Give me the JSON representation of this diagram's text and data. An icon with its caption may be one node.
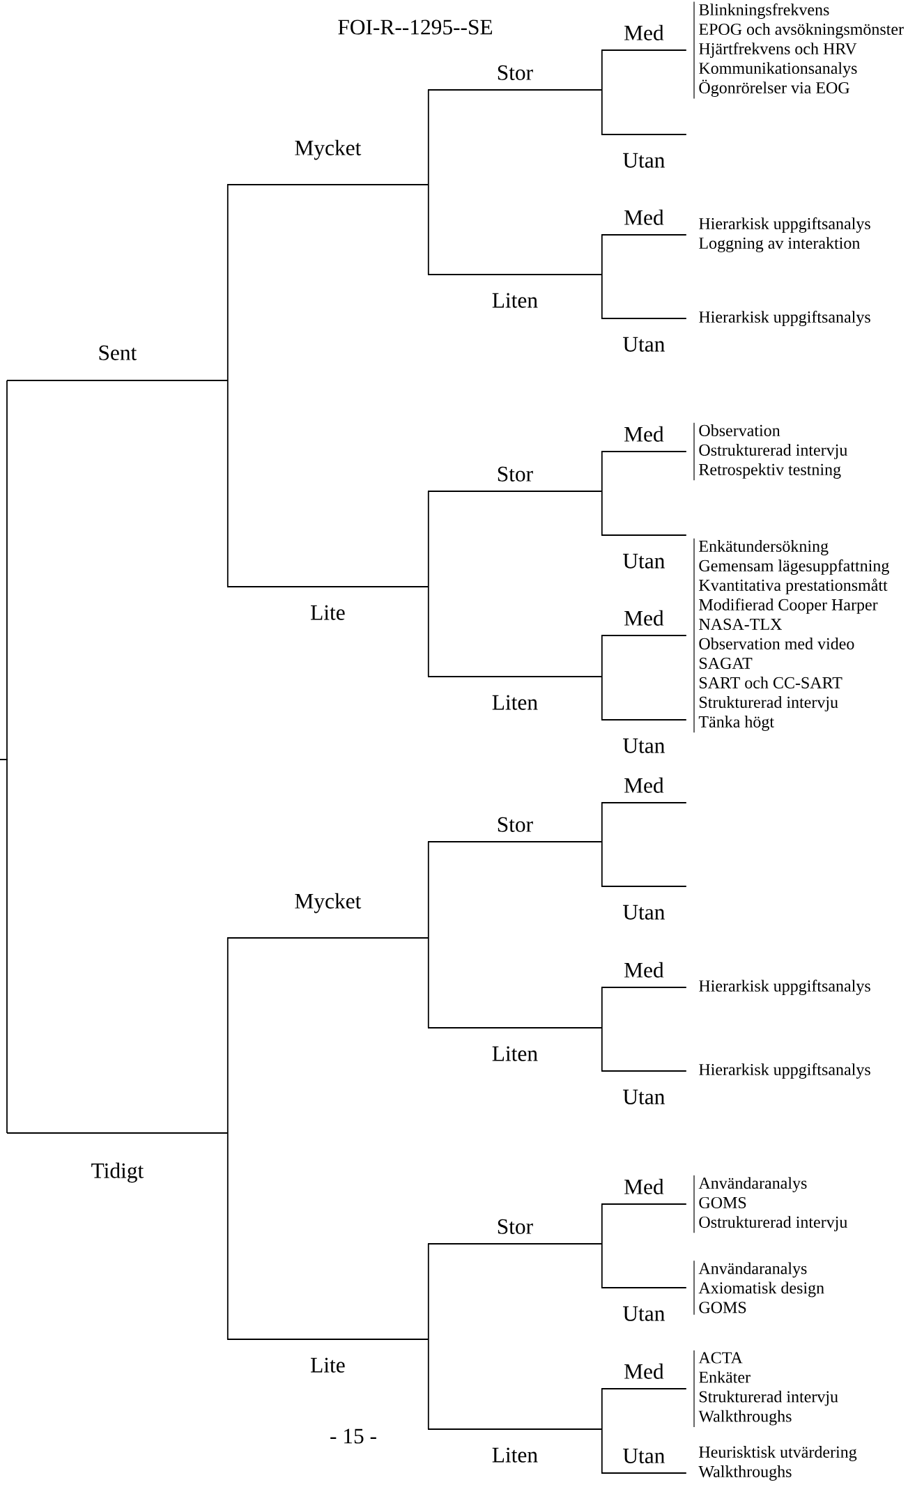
{
  "diagram": {
    "nodes": [
      {
        "text": [
          "Sent"
        ]
      },
      {
        "text": [
          "Mycket"
        ]
      },
      {
        "text": [
          "Stor"
        ]
      },
      {
        "text": [
          "Med"
        ],
        "beside": [
          "Blinkningsfrekvens",
          "EPOG och avsökningsmönster",
          "Hjärtfrekvens och HRV",
          "Kommunikationsanalys",
          "Ögonrörelser via EOG"
        ]
      },
      {
        "text": [
          "Utan"
        ]
      },
      {
        "text": [
          "Liten"
        ]
      },
      {
        "text": [
          "Med"
        ],
        "beside": [
          "Hierarkisk uppgiftsanalys",
          "Loggning av interaktion"
        ]
      },
      {
        "text": [
          "Utan"
        ],
        "beside": [
          "Hierarkisk uppgiftsanalys"
        ]
      },
      {
        "text": [
          "Lite"
        ]
      },
      {
        "text": [
          "Stor"
        ]
      },
      {
        "text": [
          "Med"
        ],
        "beside": [
          "Observation",
          "Ostrukturerad intervju",
          "Retrospektiv testning"
        ]
      },
      {
        "text": [
          "Utan"
        ]
      },
      {
        "text": [
          "Liten"
        ]
      },
      {
        "text": [
          "Med"
        ],
        "beside": [
          "Enkätundersökning",
          "Gemensam lägesuppfattning",
          "Kvantitativa prestationsmått",
          "Modifierad Cooper Harper",
          "NASA-TLX",
          "Observation med video",
          "SAGAT",
          "SART och CC-SART",
          "Strukturerad intervju",
          "Tänka högt"
        ]
      },
      {
        "text": [
          "Utan"
        ]
      },
      {
        "text": [
          "Tidigt"
        ]
      },
      {
        "text": [
          "Mycket"
        ]
      },
      {
        "text": [
          "Stor"
        ]
      },
      {
        "text": [
          "Med"
        ]
      },
      {
        "text": [
          "Utan"
        ]
      },
      {
        "text": [
          "Liten"
        ]
      },
      {
        "text": [
          "Med"
        ],
        "beside": [
          "Hierarkisk uppgiftsanalys"
        ]
      },
      {
        "text": [
          "Utan"
        ],
        "beside": [
          "Hierarkisk uppgiftsanalys"
        ]
      },
      {
        "text": [
          "Lite"
        ]
      },
      {
        "text": [
          "Stor"
        ]
      },
      {
        "text": [
          "Med"
        ],
        "beside": [
          "Användaranalys",
          "GOMS",
          "Ostrukturerad intervju"
        ]
      },
      {
        "text": [
          "Utan"
        ],
        "beside": [
          "Användaranalys",
          "Axiomatisk design",
          "GOMS"
        ]
      },
      {
        "text": [
          "Liten"
        ]
      },
      {
        "text": [
          "Med"
        ],
        "beside": [
          "ACTA",
          "Enkäter",
          "Strukturerad intervju",
          "Walkthroughs"
        ]
      },
      {
        "text": [
          "Utan"
        ],
        "beside": [
          "Heurisktisk utvärdering",
          "Walkthroughs"
        ]
      }
    ],
    "edges": [
      {
        "from": null,
        "to": 0,
        "arrow": "none"
      },
      {
        "from": 0,
        "to": 1,
        "arrow": "none"
      },
      {
        "from": 1,
        "to": 2,
        "arrow": "none"
      },
      {
        "from": 2,
        "to": 3,
        "arrow": "none"
      },
      {
        "from": 2,
        "to": 4,
        "arrow": "none"
      },
      {
        "from": 1,
        "to": 5,
        "arrow": "none"
      },
      {
        "from": 5,
        "to": 6,
        "arrow": "none"
      },
      {
        "from": 5,
        "to": 7,
        "arrow": "none"
      },
      {
        "from": 0,
        "to": 8,
        "arrow": "none"
      },
      {
        "from": 8,
        "to": 9,
        "arrow": "none"
      },
      {
        "from": 9,
        "to": 10,
        "arrow": "none"
      },
      {
        "from": 9,
        "to": 11,
        "arrow": "none"
      },
      {
        "from": 8,
        "to": 12,
        "arrow": "none"
      },
      {
        "from": 12,
        "to": 13,
        "arrow": "none"
      },
      {
        "from": 12,
        "to": 14,
        "arrow": "none"
      },
      {
        "from": null,
        "to": 15,
        "arrow": "none"
      },
      {
        "from": 15,
        "to": 16,
        "arrow": "none"
      },
      {
        "from": 16,
        "to": 17,
        "arrow": "none"
      },
      {
        "from": 17,
        "to": 18,
        "arrow": "none"
      },
      {
        "from": 17,
        "to": 19,
        "arrow": "none"
      },
      {
        "from": 16,
        "to": 20,
        "arrow": "none"
      },
      {
        "from": 20,
        "to": 21,
        "arrow": "none"
      },
      {
        "from": 20,
        "to": 22,
        "arrow": "none"
      },
      {
        "from": 15,
        "to": 23,
        "arrow": "none"
      },
      {
        "from": 23,
        "to": 24,
        "arrow": "none"
      },
      {
        "from": 24,
        "to": 25,
        "arrow": "none"
      },
      {
        "from": 24,
        "to": 26,
        "arrow": "none"
      },
      {
        "from": 23,
        "to": 27,
        "arrow": "none"
      },
      {
        "from": 27,
        "to": 28,
        "arrow": "none"
      },
      {
        "from": 27,
        "to": 29,
        "arrow": "none"
      }
    ],
    "labels": [
      "FOI-R--1295--SE",
      "- 15 -"
    ]
  }
}
